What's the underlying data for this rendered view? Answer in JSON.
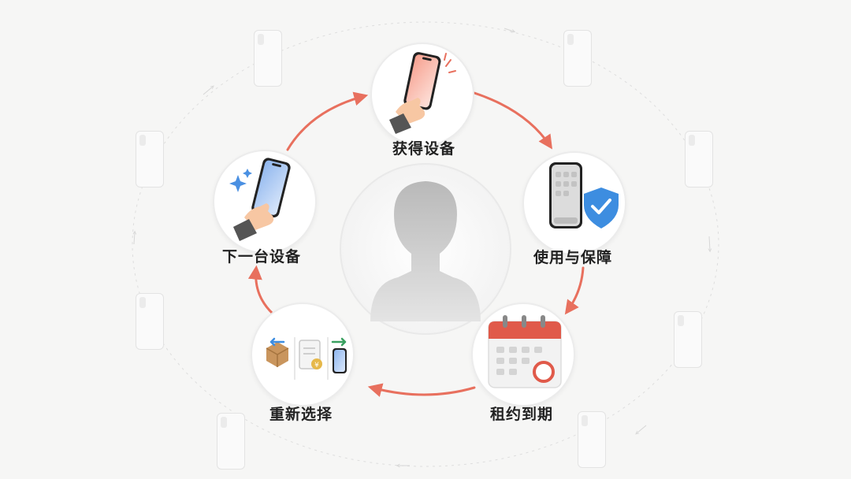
{
  "diagram": {
    "steps": [
      {
        "id": "acquire",
        "label": "获得设备"
      },
      {
        "id": "use",
        "label": "使用与保障"
      },
      {
        "id": "expire",
        "label": "租约到期"
      },
      {
        "id": "reselect",
        "label": "重新选择"
      },
      {
        "id": "next",
        "label": "下一台设备"
      }
    ],
    "center_icon": "user-silhouette-icon",
    "flow_direction": "clockwise",
    "colors": {
      "arrow": "#e8705e",
      "shield": "#3d8de0",
      "calendar_red": "#e05a4a",
      "sparkle": "#4a90e2",
      "background": "#f6f6f5"
    }
  }
}
